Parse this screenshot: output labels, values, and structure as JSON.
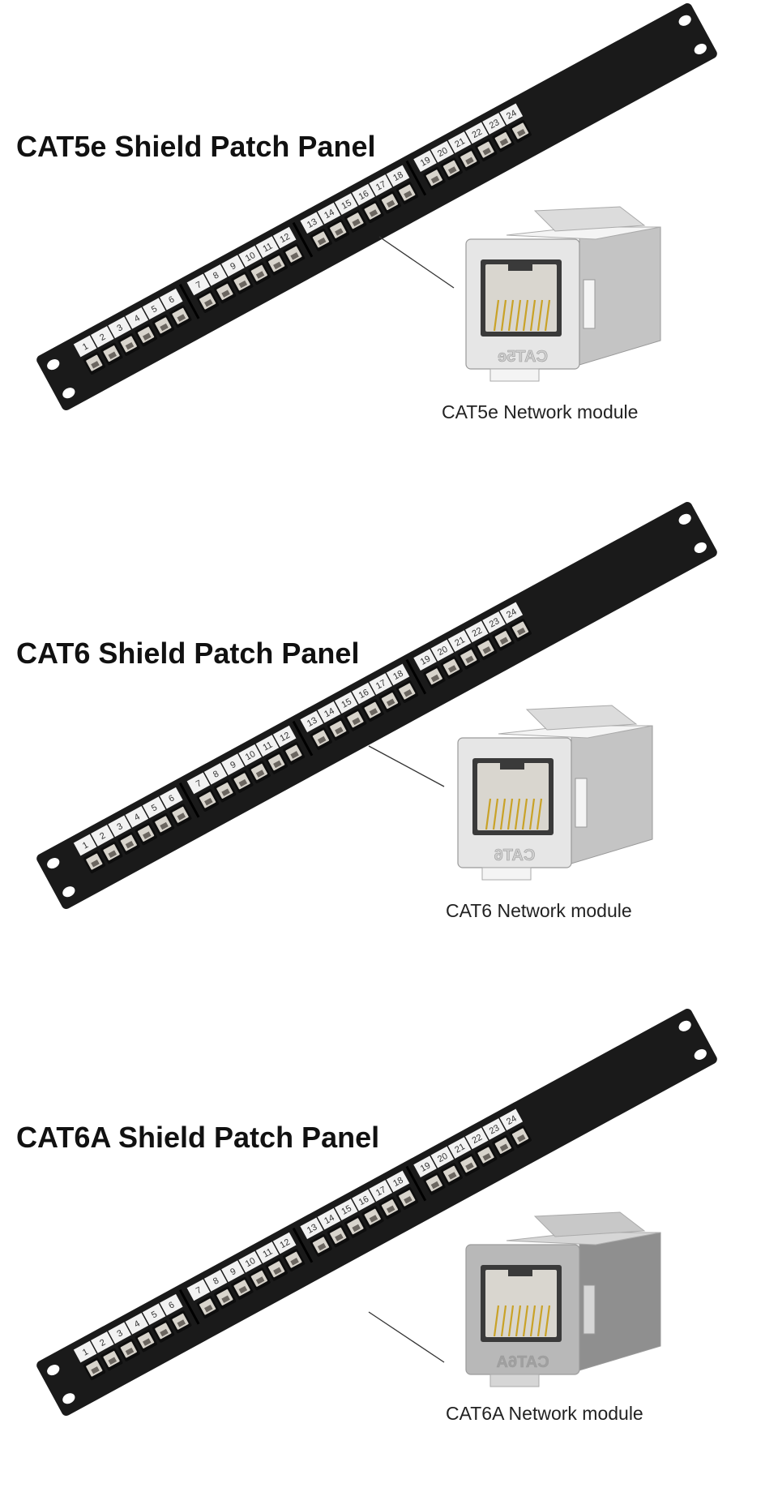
{
  "panels": [
    {
      "title": "CAT5e Shield Patch Panel",
      "module_caption": "CAT5e Network module",
      "module_marking": "CAT5e",
      "module_style": "white"
    },
    {
      "title": "CAT6 Shield Patch Panel",
      "module_caption": "CAT6 Network module",
      "module_marking": "CAT6",
      "module_style": "white"
    },
    {
      "title": "CAT6A Shield Patch Panel",
      "module_caption": "CAT6A Network module",
      "module_marking": "CAT6A",
      "module_style": "metal"
    }
  ],
  "port_numbers": [
    "1",
    "2",
    "3",
    "4",
    "5",
    "6",
    "7",
    "8",
    "9",
    "10",
    "11",
    "12",
    "13",
    "14",
    "15",
    "16",
    "17",
    "18",
    "19",
    "20",
    "21",
    "22",
    "23",
    "24"
  ],
  "colors": {
    "panel_body": "#1a1a1a",
    "label_strip": "#f2f2f2",
    "port_face": "#d8d4cc",
    "module_white": "#e6e6e6",
    "module_metal": "#b8b8b8",
    "contacts": "#c9a227"
  }
}
